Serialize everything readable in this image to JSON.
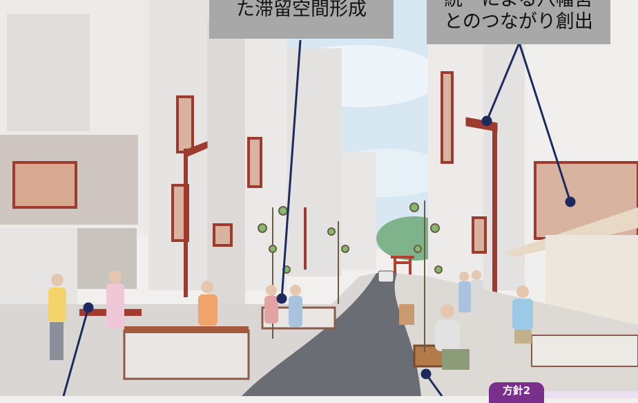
{
  "callouts": {
    "left_line": "た滞留空間形成",
    "right_line1": "統一による八幡宮",
    "right_line2": "とのつながり創出"
  },
  "badge": {
    "label": "方針2"
  },
  "colors": {
    "callout_bg": "#a8a8a8",
    "leader_line": "#1c2a5e",
    "accent_red": "#a33a2e",
    "badge_purple": "#7a2f8c",
    "sky": "#cfe4f2"
  }
}
